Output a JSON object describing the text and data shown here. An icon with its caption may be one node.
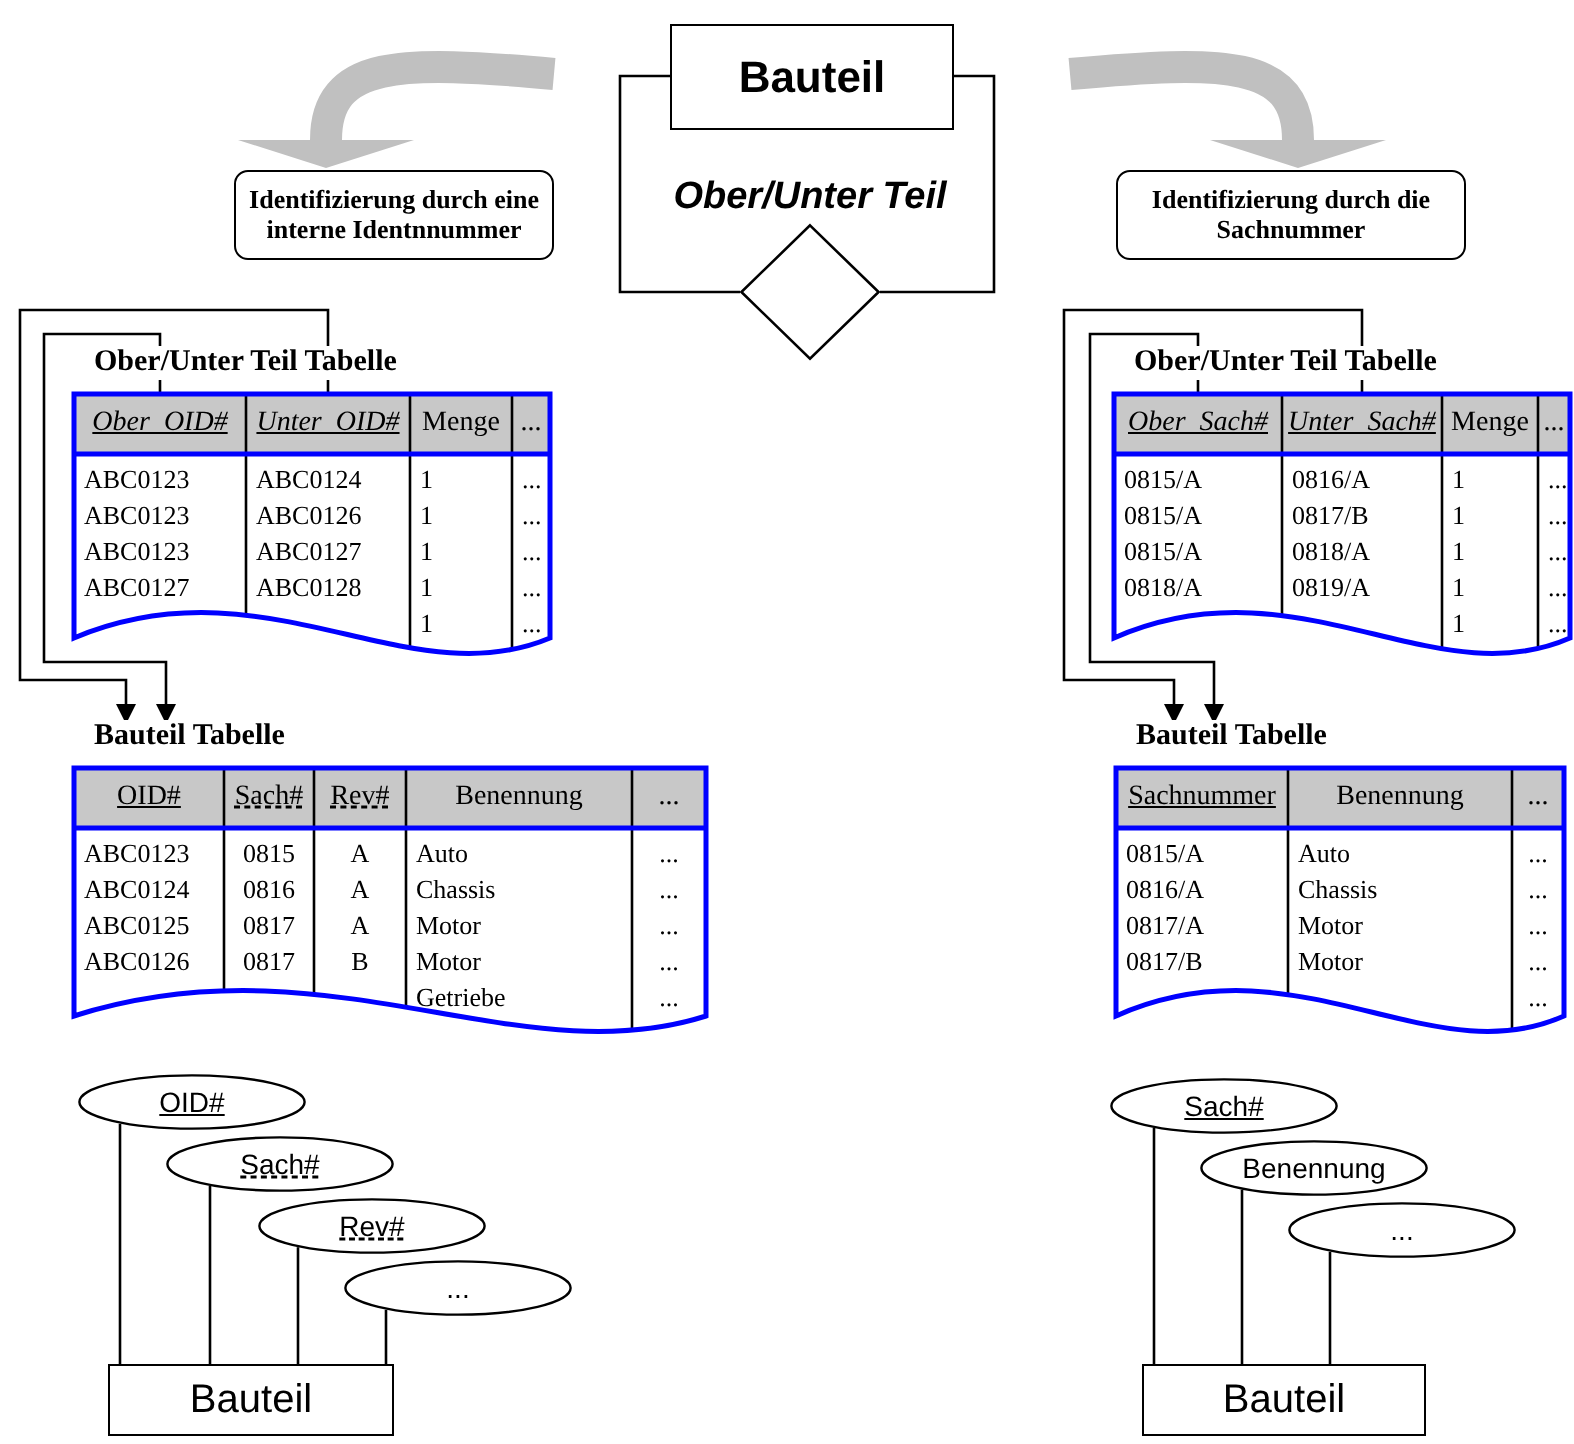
{
  "diagram": {
    "nodes": [
      {
        "text": [
          "Bauteil"
        ]
      },
      {
        "text": [],
        "shape": "diamond"
      },
      {
        "text": [
          "Identifizierung durch eine interne Identnnummer"
        ]
      },
      {
        "text": [
          "Identifizierung durch die Sachnummer"
        ]
      },
      {
        "text": [
          "Ober/Unter Teil Tabelle",
          "Ober_OID#",
          "Unter_OID#",
          "Menge",
          "...",
          "ABC0123",
          "ABC0124",
          "1",
          "...",
          "ABC0123",
          "ABC0126",
          "1",
          "...",
          "ABC0123",
          "ABC0127",
          "1",
          "...",
          "ABC0127",
          "ABC0128",
          "1",
          "...",
          "1",
          "..."
        ]
      },
      {
        "text": [
          "Bauteil Tabelle",
          "OID#",
          "Sach#",
          "Rev#",
          "Benennung",
          "...",
          "ABC0123",
          "0815",
          "A",
          "Auto",
          "...",
          "ABC0124",
          "0816",
          "A",
          "Chassis",
          "...",
          "ABC0125",
          "0817",
          "A",
          "Motor",
          "...",
          "ABC0126",
          "0817",
          "B",
          "Motor",
          "...",
          "Getriebe",
          "..."
        ]
      },
      {
        "text": [
          "Ober/Unter Teil Tabelle",
          "Ober_Sach#",
          "Unter_Sach#",
          "Menge",
          "...",
          "0815/A",
          "0816/A",
          "1",
          "...",
          "0815/A",
          "0817/B",
          "1",
          "...",
          "0815/A",
          "0818/A",
          "1",
          "...",
          "0818/A",
          "0819/A",
          "1",
          "...",
          "1",
          "..."
        ]
      },
      {
        "text": [
          "Bauteil Tabelle",
          "Sachnummer",
          "Benennung",
          "...",
          "0815/A",
          "Auto",
          "...",
          "0816/A",
          "Chassis",
          "...",
          "0817/A",
          "Motor",
          "...",
          "0817/B",
          "Motor",
          "...",
          "..."
        ]
      },
      {
        "text": [
          "OID#"
        ]
      },
      {
        "text": [
          "Sach#"
        ]
      },
      {
        "text": [
          "Rev#"
        ]
      },
      {
        "text": [
          "..."
        ]
      },
      {
        "text": [
          "Bauteil"
        ]
      },
      {
        "text": [
          "Sach#"
        ]
      },
      {
        "text": [
          "Benennung"
        ]
      },
      {
        "text": [
          "..."
        ]
      },
      {
        "text": [
          "Bauteil"
        ]
      }
    ],
    "edges": [
      {
        "from": 0,
        "to": 1,
        "arrow": "none",
        "label": "Ober/Unter Teil"
      },
      {
        "from": 0,
        "to": 1,
        "arrow": "none"
      },
      {
        "from": null,
        "to": 2,
        "arrow": "to",
        "style": "thick",
        "color": "#c0c0c0"
      },
      {
        "from": null,
        "to": 3,
        "arrow": "to",
        "style": "thick",
        "color": "#c0c0c0"
      },
      {
        "from": 4,
        "to": 5,
        "arrow": "to"
      },
      {
        "from": 4,
        "to": 5,
        "arrow": "to"
      },
      {
        "from": 6,
        "to": 7,
        "arrow": "to"
      },
      {
        "from": 6,
        "to": 7,
        "arrow": "to"
      },
      {
        "from": 8,
        "to": 12,
        "arrow": "none"
      },
      {
        "from": 9,
        "to": 12,
        "arrow": "none"
      },
      {
        "from": 10,
        "to": 12,
        "arrow": "none"
      },
      {
        "from": 11,
        "to": 12,
        "arrow": "none"
      },
      {
        "from": 13,
        "to": 16,
        "arrow": "none"
      },
      {
        "from": 14,
        "to": 16,
        "arrow": "none"
      },
      {
        "from": 15,
        "to": 16,
        "arrow": "none"
      }
    ]
  }
}
